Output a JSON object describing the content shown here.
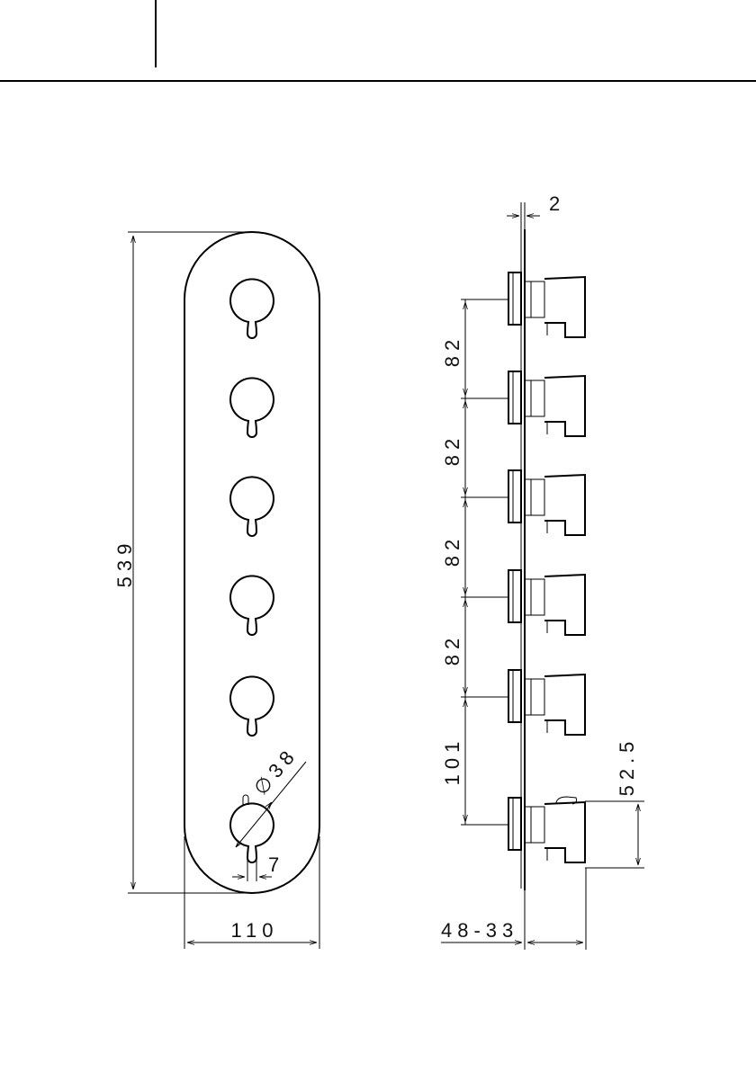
{
  "front_view": {
    "height_dimension": "539",
    "width_dimension": "110",
    "hole_diameter": "∅38",
    "slot_width": "7",
    "hole_count": 6
  },
  "side_view": {
    "plate_thickness": "2",
    "spacings": [
      "82",
      "82",
      "82",
      "82",
      "101"
    ],
    "lever_height": "52.5",
    "depth_range": "48-33"
  },
  "colors": {
    "line": "#000000",
    "background": "#ffffff"
  }
}
